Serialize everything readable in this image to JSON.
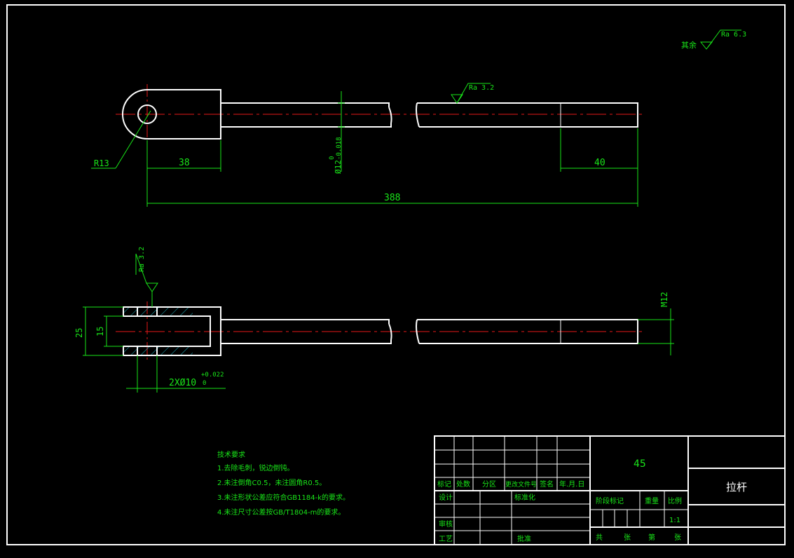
{
  "surface_finish": {
    "general_prefix": "其余",
    "general_value": "Ra 6.3",
    "top_view_value": "Ra 3.2",
    "side_view_value": "Ra 3.2"
  },
  "dimensions": {
    "radius": "R13",
    "head_length": "38",
    "thread_length": "40",
    "total_length": "388",
    "rod_diameter_nominal": "Ø12",
    "rod_diameter_tol_upper": "0",
    "rod_diameter_tol_lower": "-0.018",
    "overall_width": "25",
    "slot_width": "15",
    "hole_label": "2XØ10",
    "hole_tol_upper": "+0.022",
    "hole_tol_lower": "0",
    "thread": "M12"
  },
  "tech_requirements": {
    "title": "技术要求",
    "items": [
      "1.去除毛刺，锐边倒钝。",
      "2.未注倒角C0.5，未注圆角R0.5。",
      "3.未注形状公差应符合GB1184-k的要求。",
      "4.未注尺寸公差按GB/T1804-m的要求。"
    ]
  },
  "title_block": {
    "material": "45",
    "part_name": "拉杆",
    "headers": [
      "标记",
      "处数",
      "分区",
      "更改文件号",
      "签名",
      "年.月.日"
    ],
    "design": "设计",
    "standardize": "标准化",
    "review": "审核",
    "process": "工艺",
    "approve": "批准",
    "stage_mark": "阶段标记",
    "weight": "重量",
    "scale": "比例",
    "scale_value": "1:1",
    "sheet_total": "共",
    "sheet_unit": "张",
    "sheet_index": "第",
    "sheet_unit2": "张"
  }
}
